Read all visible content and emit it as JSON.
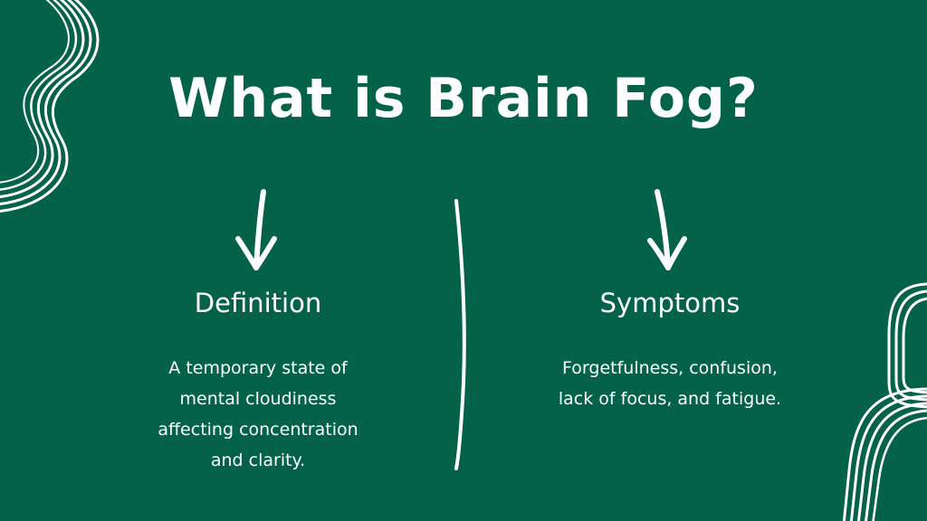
{
  "slide": {
    "title": "What is Brain Fog?",
    "left": {
      "heading": "Definition",
      "lines": [
        "A temporary state of",
        "mental cloudiness",
        "affecting concentration",
        "and clarity."
      ]
    },
    "right": {
      "heading": "Symptoms",
      "lines": [
        "Forgetfulness, confusion,",
        "lack of focus, and fatigue."
      ]
    }
  },
  "icons": {
    "left_arrow": "down-arrow-icon",
    "right_arrow": "down-arrow-icon",
    "divider": "vertical-brush-line",
    "decor_top_left": "wavy-stripes-decoration",
    "decor_bottom_right": "wavy-stripes-decoration"
  },
  "colors": {
    "background": "#046249",
    "foreground": "#ffffff"
  }
}
